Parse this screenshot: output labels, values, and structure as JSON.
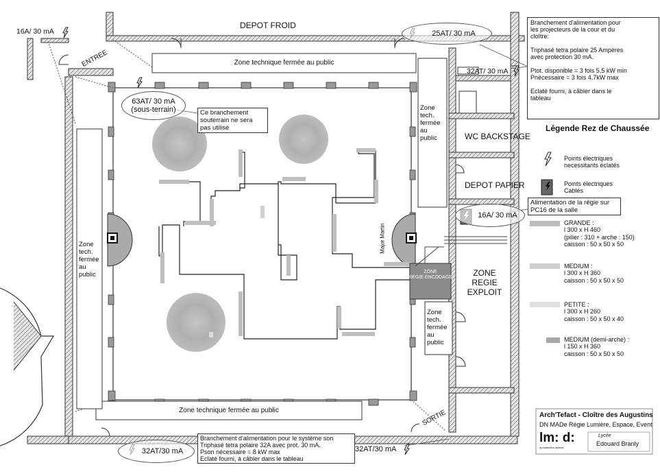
{
  "rooms": {
    "depot_froid": "DEPOT FROID",
    "entree": "ENTREE",
    "sortie": "SORTIE",
    "zone_tech_top": "Zone technique fermée au public",
    "zone_tech_bottom": "Zone technique fermée au public",
    "zone_tech_left": "Zone\ntech.\nfermée\nau\npublic",
    "zone_tech_right": "Zone\ntech.\nfermée\nau\npublic",
    "zone_tech_lower": "Zone\ntech.\nfermée\nau\npublic",
    "wc_backstage": "WC BACKSTAGE",
    "depot_papier": "DEPOT PAPIER",
    "zone_regie_exploit": "ZONE\nREGIE EXPLOIT",
    "zone_regie_encodage": "ZONE\nREGIE ENCODAGE",
    "major_martin": "Major Martin"
  },
  "power_points": {
    "p1": "16A/ 30 mA",
    "p2": "25AT/ 30 mA",
    "p3": "32AT/ 30 mA",
    "p4": "63AT/ 30 mA\n(sous-terrain)",
    "p5": "16A/ 30 mA",
    "p6": "32AT/30 mA",
    "p7": "32AT/30 mA"
  },
  "notes": {
    "underground": "Ce branchement\nsouterrain ne sera\npas utilisé",
    "top_right": "Branchement d'alimentation pour\nles projecteurs de la cour et du\ncloître:\n\nTriphasé tetra polaire 25 Ampères\navec protection 30 mA.\n\nPtot. disponible = 3 fois 5,5 kW min\nPnécessaire = 3 fois 4,7kW max\n\nEclaté fourni, à câbler dans le\ntableau",
    "bottom": "Branchement d'alimentation pour le système son\nTriphasé tetra polaire 32A avec prot. 30 mA.\nPson nécessaire = 8 kW max\nEclaté fourni, à câbler dans le tableau",
    "regie": "Alimentation de la régie sur\nPC16 de la salle"
  },
  "legend": {
    "title": "Légende Rez de Chaussée",
    "eclates": "Points électriques\nnecessitants éclatés",
    "cables": "Points électriques\nCablés",
    "grande": "GRANDE :\nl 300 x H 460\n(pilier : 310 + arche : 150)\ncaisson : 50 x 50 x 50",
    "medium": "MEDIUM :\nl 300 x H 360\ncaisson : 50 x 50 x 50",
    "petite": "PETITE :\nl 300 x H 260\ncaisson : 50 x 50 x 40",
    "medium_demi": "MEDIUM (demi-arche) :\nl 150 x H 360\ncaisson : 50 x 50 x 50"
  },
  "credits": {
    "title": "Arch'Tefact - Cloître des Augustins",
    "subtitle": "DN MADe Régie Lumière, Espace, Event",
    "logo": "lm: d:",
    "logo_small": "la martinière diderot",
    "lycee_label": "Lycée",
    "lycee_name": "Edouard Branly"
  },
  "colors": {
    "wall": "#9a9a9a",
    "grande": "#bdbdbd",
    "medium": "#cfcfcf",
    "petite": "#dedede",
    "medium_demi": "#a8a8a8",
    "regie_encodage": "#8c8c8c",
    "tree": "#b5b5b5"
  },
  "icons": [
    "lightning-eclate-icon",
    "lightning-cable-icon",
    "door-swing-icon",
    "pillar-icon"
  ]
}
